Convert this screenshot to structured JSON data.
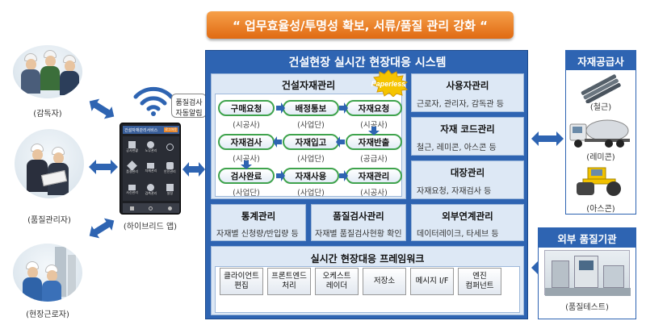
{
  "banner": {
    "text": "“ 업무효율성/투명성 확보, 서류/품질 관리 강화 “"
  },
  "actors": {
    "supervisor": "(감독자)",
    "quality_manager": "(품질관리자)",
    "field_worker": "(현장근로자)"
  },
  "app": {
    "bubble_line1": "품질검사",
    "bubble_line2": "자동알림",
    "header": "건설자재관리서비스",
    "header_btn": "로그아웃",
    "tiles": [
      "공사현황",
      "노무관리",
      "",
      "품질관리",
      "자재관리",
      "안전관리",
      "사진관리",
      "검측관리",
      "설정"
    ],
    "caption": "(하이브리드 앱)"
  },
  "system": {
    "title": "건설현장 실시간 현장대응 시스템",
    "materials": {
      "title": "건설자재관리",
      "badge": "Paperless",
      "nodes": [
        {
          "label": "구매요청",
          "sub": "(시공사)"
        },
        {
          "label": "배정통보",
          "sub": "(사업단)"
        },
        {
          "label": "자재요청",
          "sub": "(시공사)"
        },
        {
          "label": "자재검사",
          "sub": "(시공사)"
        },
        {
          "label": "자재입고",
          "sub": "(사업단)"
        },
        {
          "label": "자재반출",
          "sub": "(공급사)"
        },
        {
          "label": "검사완료",
          "sub": "(사업단)"
        },
        {
          "label": "자재사용",
          "sub": "(사업단)"
        },
        {
          "label": "자재관리",
          "sub": "(시공사)"
        }
      ]
    },
    "user_mgmt": {
      "title": "사용자관리",
      "text": "근로자, 관리자, 감독관 등"
    },
    "code_mgmt": {
      "title": "자재 코드관리",
      "text": "철근, 레미콘, 아스콘 등"
    },
    "ledger": {
      "title": "대장관리",
      "text": "자재요청, 자재검사 등"
    },
    "stats": {
      "title": "통계관리",
      "text": "자재별 신청량/반입량 등"
    },
    "quality": {
      "title": "품질검사관리",
      "text": "자재별 품질검사현황 확인"
    },
    "external": {
      "title": "외부연계관리",
      "text": "데이터레이크, 타세브 등"
    },
    "framework": {
      "title": "실시간 현장대응 프레임워크",
      "items": [
        "클라이언트\n편집",
        "프론트엔드\n처리",
        "오케스트\n레이더",
        "저장소",
        "메시지 I/F",
        "엔진\n컴퍼넌트"
      ]
    }
  },
  "supplier": {
    "title": "자재공급사",
    "items": [
      "(철근)",
      "(레미콘)",
      "(아스콘)"
    ]
  },
  "external_agency": {
    "title": "외부 품질기관",
    "caption": "(품질테스트)"
  },
  "colors": {
    "system_blue": "#2e64b2",
    "panel_bg": "#dde8f5",
    "node_border": "#3fa34d",
    "banner_orange": "#e06a12",
    "arrow_blue": "#2e64b2"
  }
}
